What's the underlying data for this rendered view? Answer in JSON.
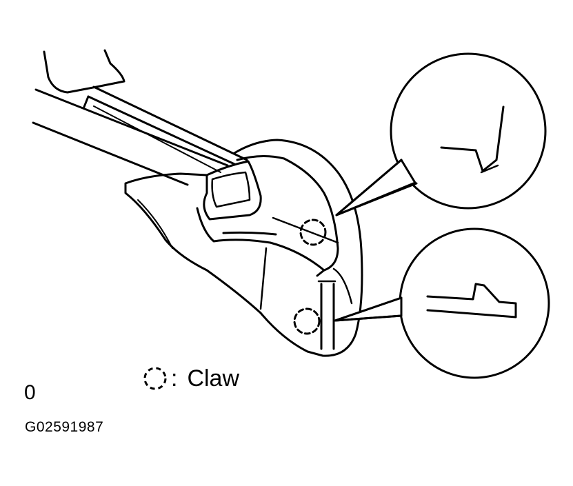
{
  "legend": {
    "separator": ":",
    "label": "Claw"
  },
  "marker_text": "0",
  "figure_code": "G02591987",
  "colors": {
    "line": "#000000",
    "background": "#ffffff"
  }
}
